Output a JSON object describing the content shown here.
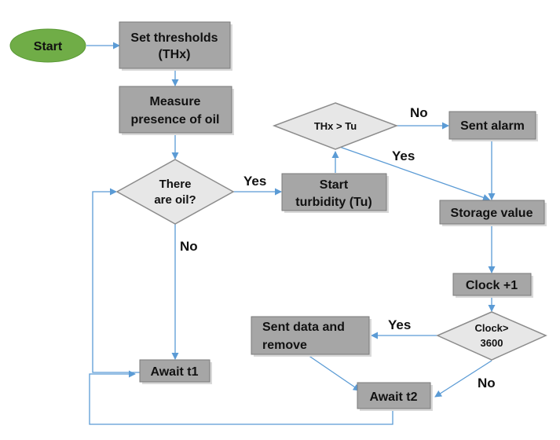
{
  "nodes": {
    "start": "Start",
    "set_thresholds": [
      "Set thresholds",
      "(THx)"
    ],
    "measure_oil": [
      "Measure",
      "presence of oil"
    ],
    "oil_decision": [
      "There",
      "are oil?"
    ],
    "start_turbidity": [
      "Start",
      "turbidity (Tu)"
    ],
    "thx_decision": "THx > Tu",
    "sent_alarm": "Sent alarm",
    "storage_value": "Storage value",
    "clock_plus": "Clock +1",
    "clock_decision": [
      "Clock>",
      "3600"
    ],
    "sent_data": [
      "Sent data and",
      "remove"
    ],
    "await_t1": "Await t1",
    "await_t2": "Await t2"
  },
  "edge_labels": {
    "oil_yes": "Yes",
    "oil_no": "No",
    "thx_no": "No",
    "thx_yes": "Yes",
    "clock_yes": "Yes",
    "clock_no": "No"
  },
  "colors": {
    "box": "#a6a6a6",
    "decision": "#e7e7e7",
    "start": "#70ad47",
    "connector": "#5b9bd5"
  }
}
